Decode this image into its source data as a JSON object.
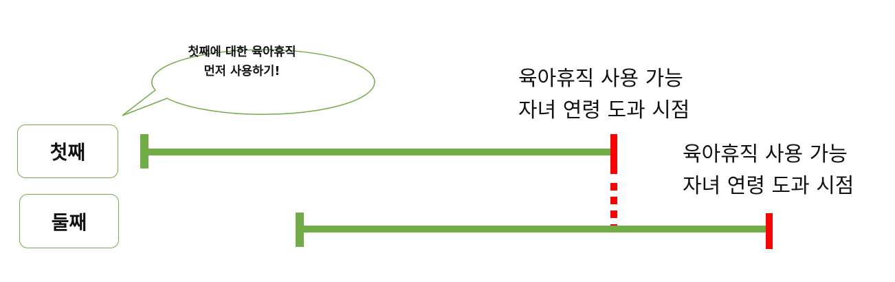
{
  "boxes": {
    "first": "첫째",
    "second": "둘째"
  },
  "callout": {
    "line1": "첫째에 대한 육아휴직",
    "line2": "먼저 사용하기!"
  },
  "labels": {
    "first": {
      "line1": "육아휴직 사용 가능",
      "line2": "자녀 연령 도과 시점"
    },
    "second": {
      "line1": "육아휴직 사용 가능",
      "line2": "자녀 연령 도과 시점"
    }
  },
  "colors": {
    "timeline_green": "#70ad47",
    "deadline_red": "#ff0000",
    "outline_green": "#70ad47"
  }
}
